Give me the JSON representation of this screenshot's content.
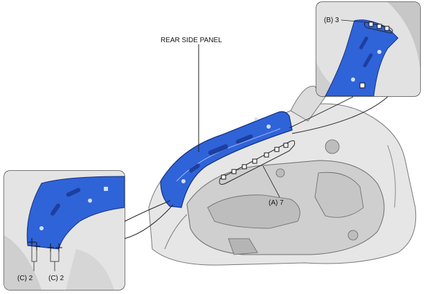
{
  "labels": {
    "rear_side_panel": "REAR SIDE PANEL",
    "a": "(A) 7",
    "b": "(B) 3",
    "c_left": "(C) 2",
    "c_right": "(C) 2"
  },
  "colors": {
    "panel_blue": "#2f63d8",
    "panel_dark": "#1d3fa0",
    "body_gray": "#d8d8d8",
    "line": "#333333"
  }
}
